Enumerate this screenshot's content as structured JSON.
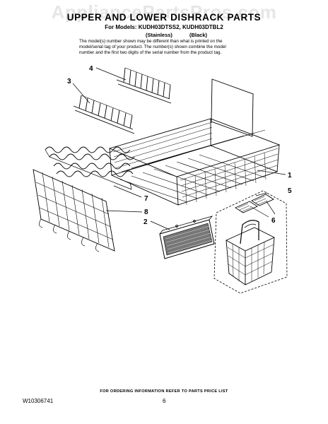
{
  "watermark": "AppliancePartsPros.com",
  "header": {
    "title": "UPPER AND LOWER DISHRACK PARTS",
    "models": "For Models: KUDH03DTSS2, KUDH03DTBL2",
    "variant_1": "(Stainless)",
    "variant_2": "(Black)",
    "note_lines": [
      "The model(s) number shown may be different than what is printed on the",
      "model/serial tag of your product. The number(s) shown combine the model",
      "number and the first two digits of the serial number from the product tag."
    ]
  },
  "callouts": [
    "1",
    "2",
    "3",
    "4",
    "5",
    "6",
    "7",
    "8"
  ],
  "footer": {
    "ordering_note": "FOR ORDERING INFORMATION REFER TO PARTS PRICE LIST",
    "doc_number": "W10306741",
    "page_number": "6"
  }
}
